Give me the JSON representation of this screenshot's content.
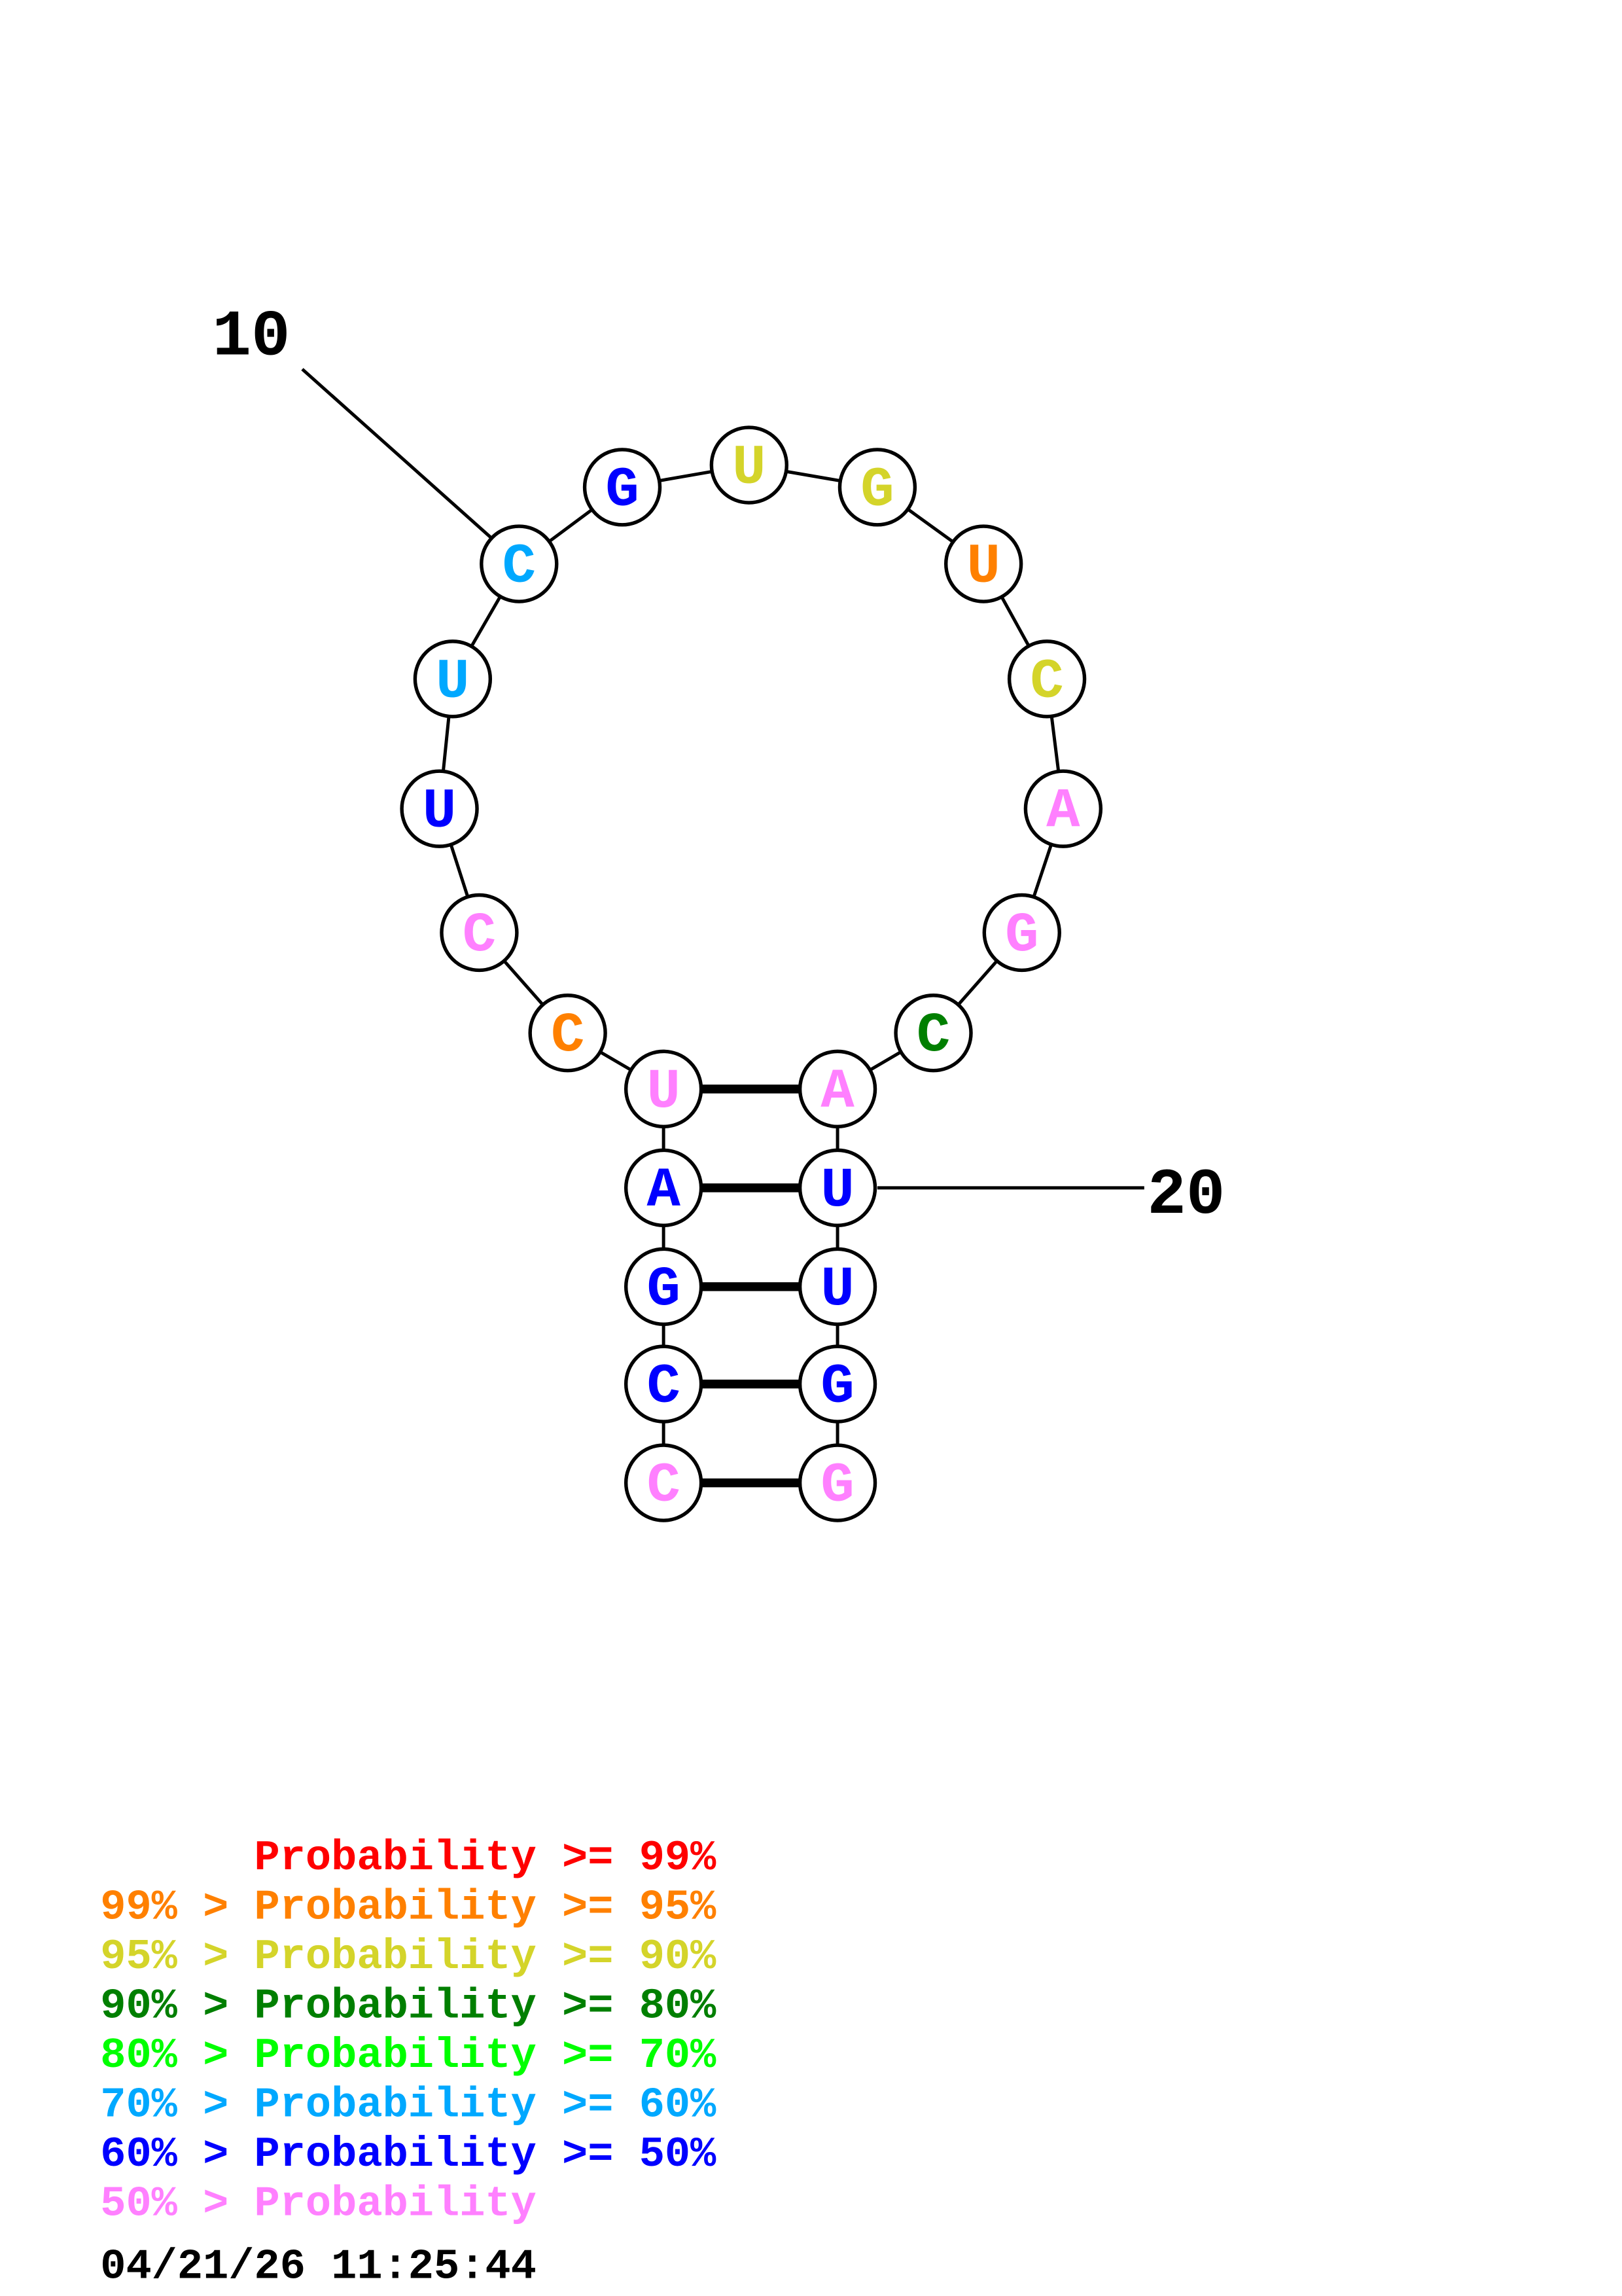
{
  "colors": {
    "p99": "#ff0000",
    "p95": "#ff8000",
    "p90": "#d4d42a",
    "p80": "#007f00",
    "p70": "#00ff00",
    "p60": "#00a8ff",
    "p50": "#0000ff",
    "plow": "#ff80ff"
  },
  "sequence": [
    {
      "base": "C",
      "cls": "plow"
    },
    {
      "base": "C",
      "cls": "p50"
    },
    {
      "base": "G",
      "cls": "p50"
    },
    {
      "base": "A",
      "cls": "p50"
    },
    {
      "base": "U",
      "cls": "plow"
    },
    {
      "base": "C",
      "cls": "p95"
    },
    {
      "base": "C",
      "cls": "plow"
    },
    {
      "base": "U",
      "cls": "p50"
    },
    {
      "base": "U",
      "cls": "p60"
    },
    {
      "base": "C",
      "cls": "p60"
    },
    {
      "base": "G",
      "cls": "p50"
    },
    {
      "base": "U",
      "cls": "p90"
    },
    {
      "base": "G",
      "cls": "p90"
    },
    {
      "base": "U",
      "cls": "p95"
    },
    {
      "base": "C",
      "cls": "p90"
    },
    {
      "base": "A",
      "cls": "plow"
    },
    {
      "base": "G",
      "cls": "plow"
    },
    {
      "base": "C",
      "cls": "p80"
    },
    {
      "base": "A",
      "cls": "plow"
    },
    {
      "base": "U",
      "cls": "p50"
    },
    {
      "base": "U",
      "cls": "p50"
    },
    {
      "base": "G",
      "cls": "p50"
    },
    {
      "base": "G",
      "cls": "plow"
    }
  ],
  "pairs": [
    [
      1,
      23
    ],
    [
      2,
      22
    ],
    [
      3,
      21
    ],
    [
      4,
      20
    ],
    [
      5,
      19
    ]
  ],
  "index_labels": {
    "label_10": "10",
    "label_20": "20"
  },
  "legend": [
    {
      "text": "      Probability >= 99%",
      "cls": "p99"
    },
    {
      "text": "99% > Probability >= 95%",
      "cls": "p95"
    },
    {
      "text": "95% > Probability >= 90%",
      "cls": "p90"
    },
    {
      "text": "90% > Probability >= 80%",
      "cls": "p80"
    },
    {
      "text": "80% > Probability >= 70%",
      "cls": "p70"
    },
    {
      "text": "70% > Probability >= 60%",
      "cls": "p60"
    },
    {
      "text": "60% > Probability >= 50%",
      "cls": "p50"
    },
    {
      "text": "50% > Probability",
      "cls": "plow"
    }
  ],
  "timestamp": "04/21/26 11:25:44"
}
